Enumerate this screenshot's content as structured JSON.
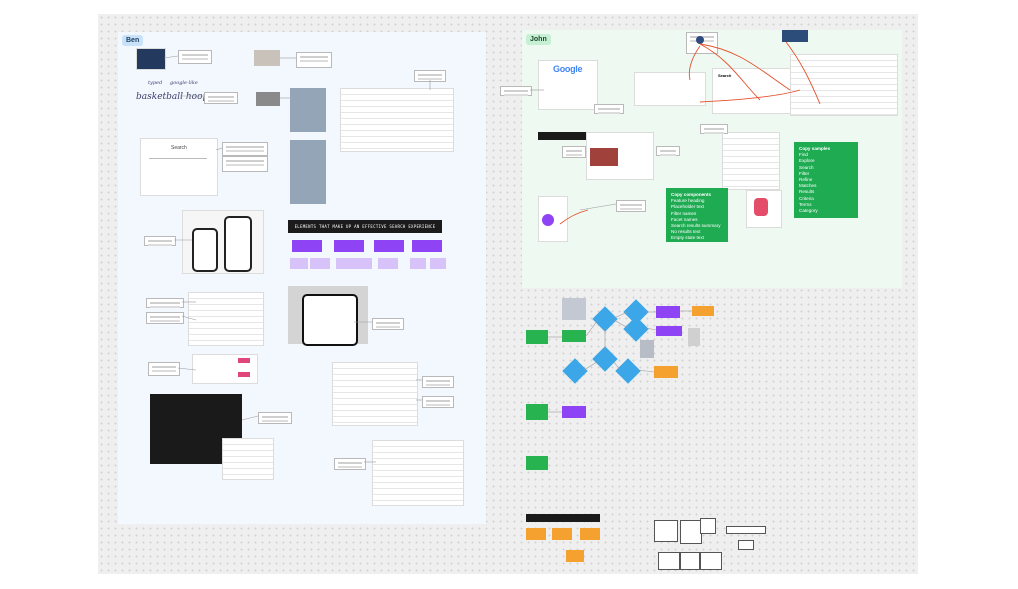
{
  "sections": {
    "ben": {
      "label": "Ben"
    },
    "john": {
      "label": "John"
    }
  },
  "ben": {
    "sketch_labels": [
      "typed",
      "google-like"
    ],
    "sketch_text": "basketball hoop",
    "search_card_title": "Search",
    "banner": "ELEMENTS THAT MAKE UP AN EFFECTIVE SEARCH EXPERIENCE"
  },
  "john": {
    "google_logo": "Google",
    "search_header": "Search",
    "copy_components": {
      "title": "Copy components",
      "items": [
        "Feature heading",
        "Placeholder text",
        "Filter names",
        "Facet names",
        "Search results summary",
        "No results text",
        "Empty state text"
      ]
    },
    "copy_samples": {
      "title": "Copy samples",
      "items": [
        "Find",
        "Explore",
        "Search",
        "Filter",
        "Refine",
        "Matches",
        "Results",
        "Criteria",
        "Terms",
        "Category"
      ]
    }
  },
  "colors": {
    "canvas": "#efefef",
    "ben_bg": "#f2f8fe",
    "john_bg": "#eef9f2",
    "purple": "#8e44f5",
    "orange": "#f5a130",
    "green": "#1fab52",
    "blue": "#3ba7e8",
    "arrow": "#e5512b"
  }
}
